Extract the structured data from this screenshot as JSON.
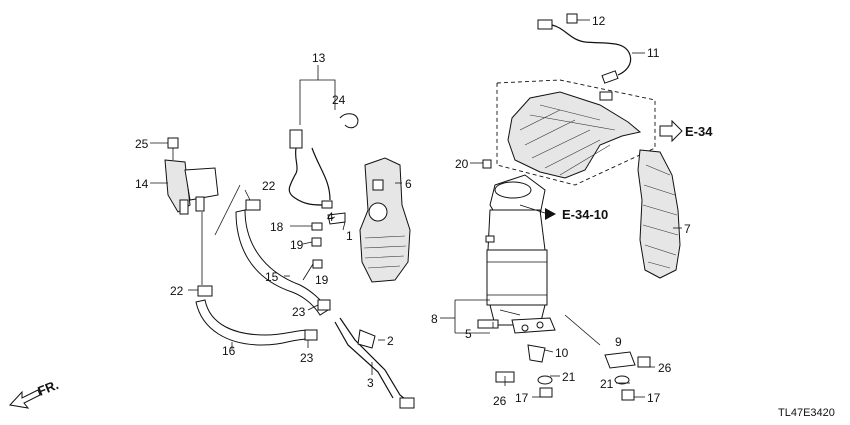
{
  "diagram": {
    "callouts": [
      "1",
      "2",
      "3",
      "4",
      "5",
      "6",
      "7",
      "8",
      "9",
      "10",
      "11",
      "12",
      "13",
      "14",
      "15",
      "16",
      "17",
      "17",
      "18",
      "19",
      "19",
      "20",
      "21",
      "21",
      "22",
      "22",
      "23",
      "23",
      "24",
      "25",
      "26",
      "26"
    ],
    "references": [
      "E-34",
      "E-34-10"
    ],
    "front_label": "FR.",
    "diagram_code": "TL47E3420"
  }
}
